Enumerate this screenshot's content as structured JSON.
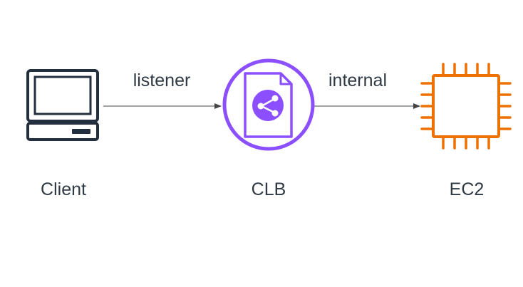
{
  "nodes": {
    "client": {
      "label": "Client",
      "icon": "desktop-computer-icon",
      "color": "#232f3e"
    },
    "clb": {
      "label": "CLB",
      "icon": "load-balancer-share-icon",
      "color": "#8c4fff"
    },
    "ec2": {
      "label": "EC2",
      "icon": "compute-chip-icon",
      "color": "#ed7100"
    }
  },
  "edges": {
    "client_to_clb": {
      "label": "listener",
      "from": "client",
      "to": "clb"
    },
    "clb_to_ec2": {
      "label": "internal",
      "from": "clb",
      "to": "ec2"
    }
  },
  "colors": {
    "text": "#2f3a44",
    "arrow": "#6b6b6b"
  }
}
